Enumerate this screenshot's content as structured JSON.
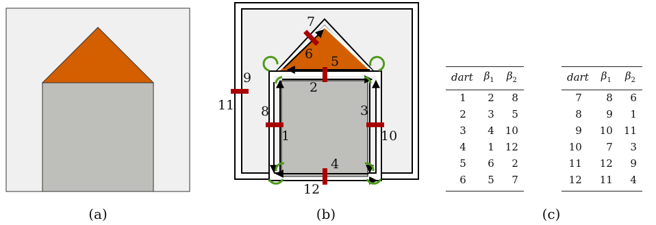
{
  "captions": {
    "a": "(a)",
    "b": "(b)",
    "c": "(c)"
  },
  "colors": {
    "background": "#f0f0f0",
    "roof": "#d35f00",
    "wall": "#bebfbb",
    "cut_marker": "#aa0000",
    "angle_arc": "#4f9a1c",
    "dart": "#000000"
  },
  "dart_labels": [
    "1",
    "2",
    "3",
    "4",
    "5",
    "6",
    "7",
    "8",
    "9",
    "10",
    "11",
    "12"
  ],
  "table": {
    "headers": {
      "dart": "dart",
      "beta": "β",
      "sub1": "1",
      "sub2": "2"
    },
    "left": [
      [
        "1",
        "2",
        "8"
      ],
      [
        "2",
        "3",
        "5"
      ],
      [
        "3",
        "4",
        "10"
      ],
      [
        "4",
        "1",
        "12"
      ],
      [
        "5",
        "6",
        "2"
      ],
      [
        "6",
        "5",
        "7"
      ]
    ],
    "right": [
      [
        "7",
        "8",
        "6"
      ],
      [
        "8",
        "9",
        "1"
      ],
      [
        "9",
        "10",
        "11"
      ],
      [
        "10",
        "7",
        "3"
      ],
      [
        "11",
        "12",
        "9"
      ],
      [
        "12",
        "11",
        "4"
      ]
    ]
  }
}
